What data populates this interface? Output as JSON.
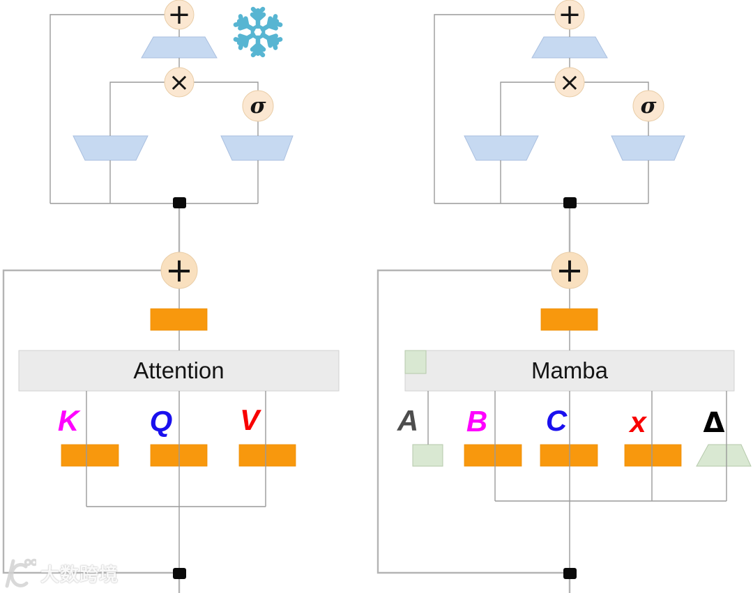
{
  "left_block": {
    "bar_label": "Attention",
    "inputs": [
      {
        "label": "K",
        "color": "#ff00ff"
      },
      {
        "label": "Q",
        "color": "#1a10ee"
      },
      {
        "label": "V",
        "color": "#f80000"
      }
    ]
  },
  "right_block": {
    "bar_label": "Mamba",
    "inputs": [
      {
        "label": "A",
        "color": "#4d4d4d"
      },
      {
        "label": "B",
        "color": "#ff00ff"
      },
      {
        "label": "C",
        "color": "#1a10ee"
      },
      {
        "label": "x",
        "color": "#f80000"
      },
      {
        "label": "Δ",
        "color": "#000000"
      }
    ]
  },
  "operators": {
    "add": "+",
    "multiply": "×",
    "sigma": "σ"
  },
  "icons": {
    "snowflake": "frozen-indicator"
  },
  "watermark": {
    "text": "大数跨境"
  },
  "colors": {
    "circle_fill": "#fae3c8",
    "trapezoid_blue": "#c6d9f1",
    "projection_orange": "#f8980d",
    "bar_gray": "#ebebeb",
    "green": "#d9e8d2",
    "snowflake_teal": "#57b5d2",
    "wire_gray": "#9a9a9a"
  }
}
